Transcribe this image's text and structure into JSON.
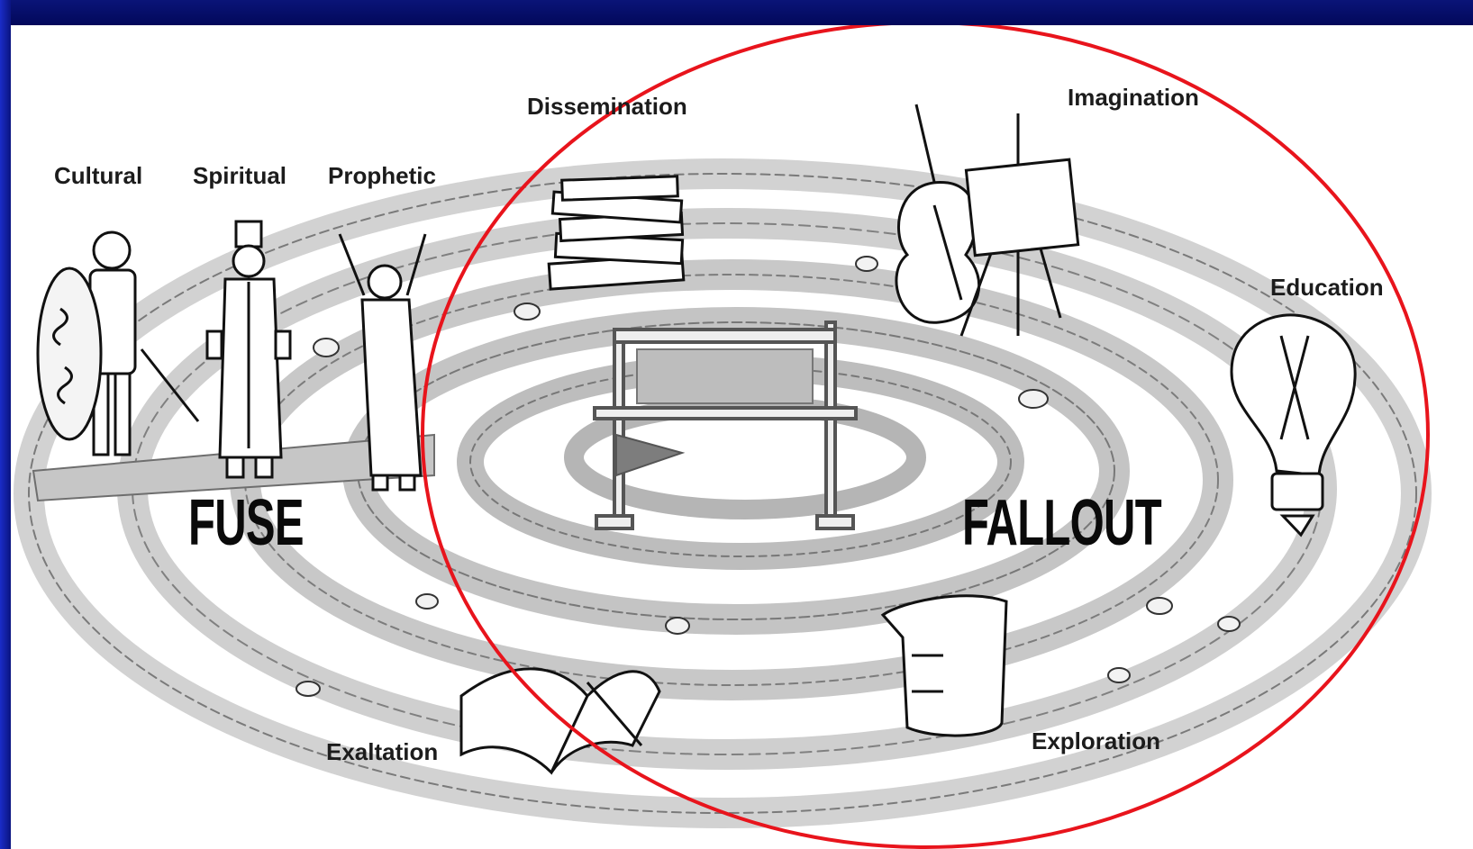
{
  "labels": {
    "cultural": "Cultural",
    "spiritual": "Spiritual",
    "prophetic": "Prophetic",
    "dissemination": "Dissemination",
    "imagination": "Imagination",
    "education": "Education",
    "exploration": "Exploration",
    "exaltation": "Exaltation"
  },
  "headings": {
    "fuse": "FUSE",
    "fallout": "FALLOUT"
  },
  "colors": {
    "frame": "#05107a",
    "highlight_circle": "#e8141c",
    "ink": "#1c1c1c",
    "path_gray": "#c8c8c8"
  },
  "icons": [
    "warrior-figure",
    "priest-figure",
    "prophet-figure",
    "book-stack-icon",
    "cello-icon",
    "easel-icon",
    "lightbulb-icon",
    "beaker-icon",
    "open-book-icon",
    "goal-gate-icon",
    "flag-arrow-icon"
  ]
}
